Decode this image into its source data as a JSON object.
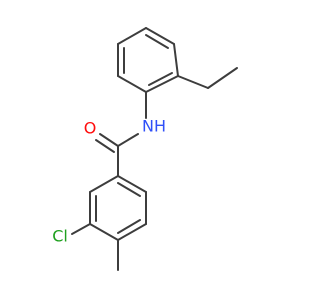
{
  "molecule": {
    "bond_color": "#3d3d3d",
    "atoms": [
      {
        "id": "O1",
        "label": "O",
        "color": "#ff0d0d"
      },
      {
        "id": "N1",
        "label": "NH",
        "color": "#3050f8"
      },
      {
        "id": "Cl1",
        "label": "Cl",
        "color": "#1fa01f"
      }
    ]
  }
}
